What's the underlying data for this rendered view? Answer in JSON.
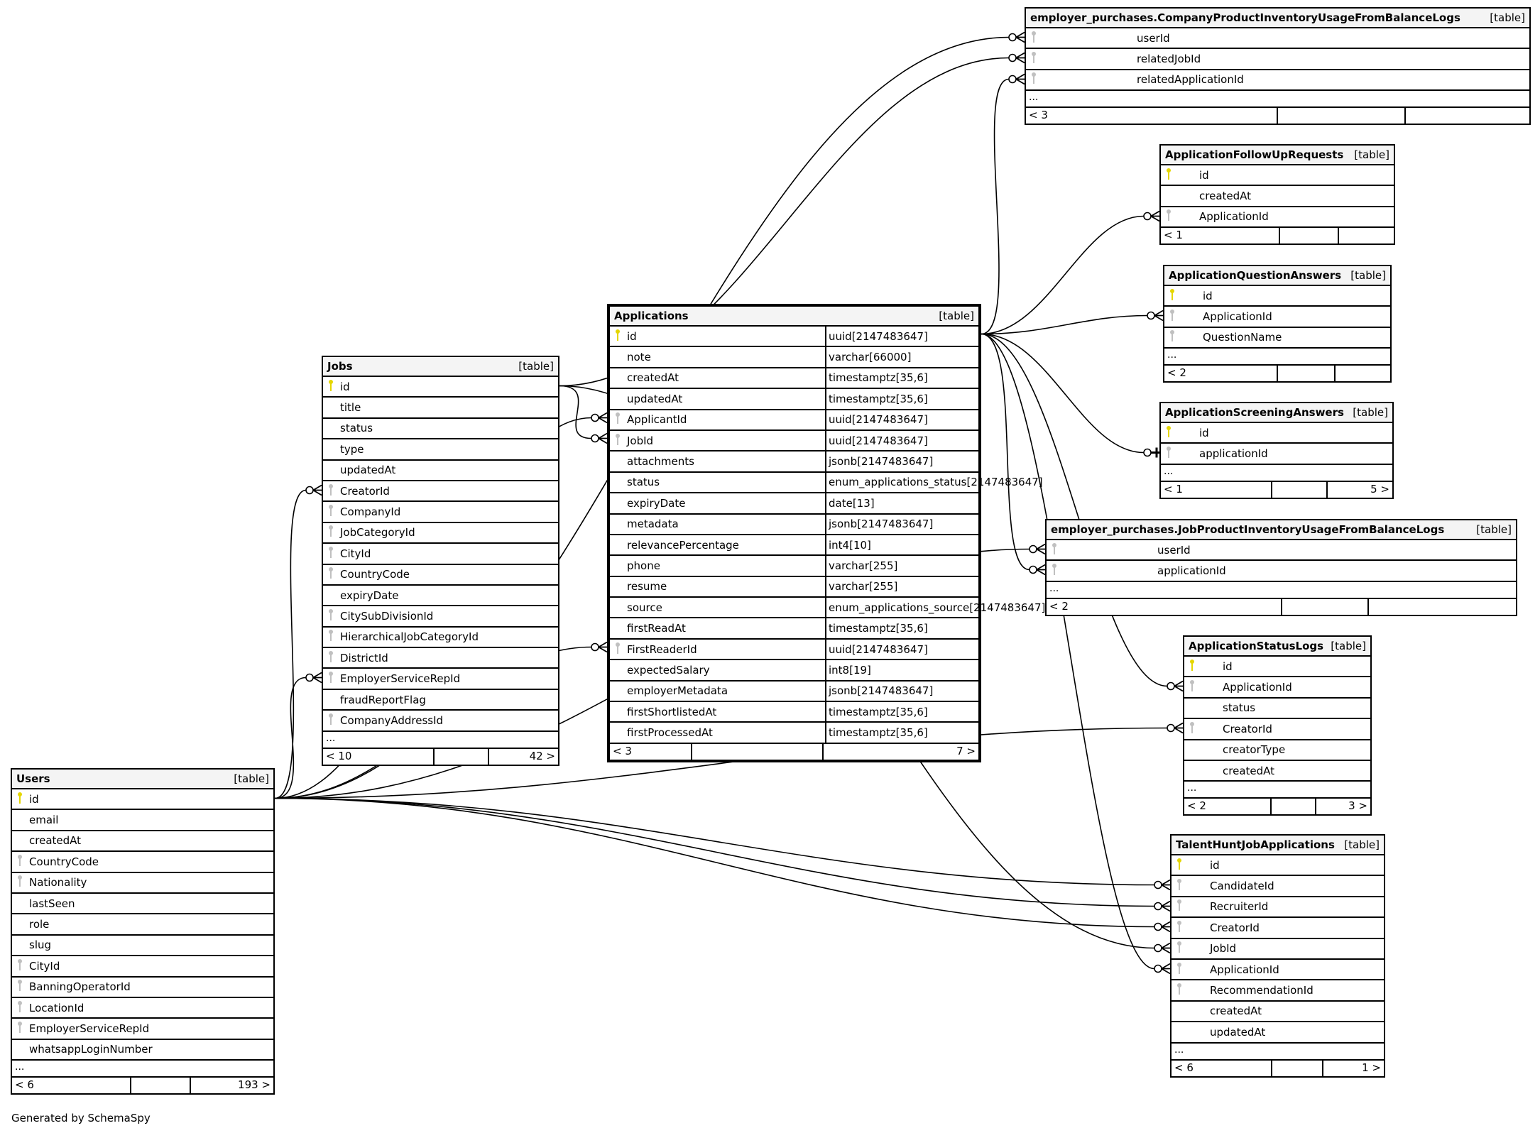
{
  "footer": "Generated by SchemaSpy",
  "colors": {
    "primary_key": "#e5d600",
    "foreign_key": "#c0c0c0",
    "header_bg": "#f4f4f4",
    "line": "#000000"
  },
  "tables": {
    "cpiu": {
      "name": "employer_purchases.CompanyProductInventoryUsageFromBalanceLogs",
      "kind": "[table]",
      "columns": [
        {
          "name": "userId",
          "key": "fk"
        },
        {
          "name": "relatedJobId",
          "key": "fk"
        },
        {
          "name": "relatedApplicationId",
          "key": "fk"
        }
      ],
      "ellipsis": "...",
      "footer": [
        "< 3",
        "",
        ""
      ]
    },
    "afur": {
      "name": "ApplicationFollowUpRequests",
      "kind": "[table]",
      "columns": [
        {
          "name": "id",
          "key": "pk"
        },
        {
          "name": "createdAt",
          "key": ""
        },
        {
          "name": "ApplicationId",
          "key": "fk"
        }
      ],
      "footer": [
        "< 1",
        "",
        ""
      ]
    },
    "aqa": {
      "name": "ApplicationQuestionAnswers",
      "kind": "[table]",
      "columns": [
        {
          "name": "id",
          "key": "pk"
        },
        {
          "name": "ApplicationId",
          "key": "fk"
        },
        {
          "name": "QuestionName",
          "key": "fk"
        }
      ],
      "ellipsis": "...",
      "footer": [
        "< 2",
        "",
        ""
      ]
    },
    "asa": {
      "name": "ApplicationScreeningAnswers",
      "kind": "[table]",
      "columns": [
        {
          "name": "id",
          "key": "pk"
        },
        {
          "name": "applicationId",
          "key": "fk"
        }
      ],
      "ellipsis": "...",
      "footer": [
        "< 1",
        "",
        "5 >"
      ]
    },
    "jpiu": {
      "name": "employer_purchases.JobProductInventoryUsageFromBalanceLogs",
      "kind": "[table]",
      "columns": [
        {
          "name": "userId",
          "key": "fk"
        },
        {
          "name": "applicationId",
          "key": "fk"
        }
      ],
      "ellipsis": "...",
      "footer": [
        "< 2",
        "",
        ""
      ]
    },
    "asl": {
      "name": "ApplicationStatusLogs",
      "kind": "[table]",
      "columns": [
        {
          "name": "id",
          "key": "pk"
        },
        {
          "name": "ApplicationId",
          "key": "fk"
        },
        {
          "name": "status",
          "key": ""
        },
        {
          "name": "CreatorId",
          "key": "fk"
        },
        {
          "name": "creatorType",
          "key": ""
        },
        {
          "name": "createdAt",
          "key": ""
        }
      ],
      "ellipsis": "...",
      "footer": [
        "< 2",
        "",
        "3 >"
      ]
    },
    "thja": {
      "name": "TalentHuntJobApplications",
      "kind": "[table]",
      "columns": [
        {
          "name": "id",
          "key": "pk"
        },
        {
          "name": "CandidateId",
          "key": "fk"
        },
        {
          "name": "RecruiterId",
          "key": "fk"
        },
        {
          "name": "CreatorId",
          "key": "fk"
        },
        {
          "name": "JobId",
          "key": "fk"
        },
        {
          "name": "ApplicationId",
          "key": "fk"
        },
        {
          "name": "RecommendationId",
          "key": "fk"
        },
        {
          "name": "createdAt",
          "key": ""
        },
        {
          "name": "updatedAt",
          "key": ""
        }
      ],
      "ellipsis": "...",
      "footer": [
        "< 6",
        "",
        "1 >"
      ]
    },
    "applications": {
      "name": "Applications",
      "kind": "[table]",
      "columns": [
        {
          "name": "id",
          "key": "pk",
          "type": "uuid[2147483647]"
        },
        {
          "name": "note",
          "key": "",
          "type": "varchar[66000]"
        },
        {
          "name": "createdAt",
          "key": "",
          "type": "timestamptz[35,6]"
        },
        {
          "name": "updatedAt",
          "key": "",
          "type": "timestamptz[35,6]"
        },
        {
          "name": "ApplicantId",
          "key": "fk",
          "type": "uuid[2147483647]"
        },
        {
          "name": "JobId",
          "key": "fk",
          "type": "uuid[2147483647]"
        },
        {
          "name": "attachments",
          "key": "",
          "type": "jsonb[2147483647]"
        },
        {
          "name": "status",
          "key": "",
          "type": "enum_applications_status[2147483647]"
        },
        {
          "name": "expiryDate",
          "key": "",
          "type": "date[13]"
        },
        {
          "name": "metadata",
          "key": "",
          "type": "jsonb[2147483647]"
        },
        {
          "name": "relevancePercentage",
          "key": "",
          "type": "int4[10]"
        },
        {
          "name": "phone",
          "key": "",
          "type": "varchar[255]"
        },
        {
          "name": "resume",
          "key": "",
          "type": "varchar[255]"
        },
        {
          "name": "source",
          "key": "",
          "type": "enum_applications_source[2147483647]"
        },
        {
          "name": "firstReadAt",
          "key": "",
          "type": "timestamptz[35,6]"
        },
        {
          "name": "FirstReaderId",
          "key": "fk",
          "type": "uuid[2147483647]"
        },
        {
          "name": "expectedSalary",
          "key": "",
          "type": "int8[19]"
        },
        {
          "name": "employerMetadata",
          "key": "",
          "type": "jsonb[2147483647]"
        },
        {
          "name": "firstShortlistedAt",
          "key": "",
          "type": "timestamptz[35,6]"
        },
        {
          "name": "firstProcessedAt",
          "key": "",
          "type": "timestamptz[35,6]"
        }
      ],
      "footer": [
        "< 3",
        "",
        "7 >"
      ]
    },
    "jobs": {
      "name": "Jobs",
      "kind": "[table]",
      "columns": [
        {
          "name": "id",
          "key": "pk"
        },
        {
          "name": "title",
          "key": ""
        },
        {
          "name": "status",
          "key": ""
        },
        {
          "name": "type",
          "key": ""
        },
        {
          "name": "updatedAt",
          "key": ""
        },
        {
          "name": "CreatorId",
          "key": "fk"
        },
        {
          "name": "CompanyId",
          "key": "fk"
        },
        {
          "name": "JobCategoryId",
          "key": "fk"
        },
        {
          "name": "CityId",
          "key": "fk"
        },
        {
          "name": "CountryCode",
          "key": "fk"
        },
        {
          "name": "expiryDate",
          "key": ""
        },
        {
          "name": "CitySubDivisionId",
          "key": "fk"
        },
        {
          "name": "HierarchicalJobCategoryId",
          "key": "fk"
        },
        {
          "name": "DistrictId",
          "key": "fk"
        },
        {
          "name": "EmployerServiceRepId",
          "key": "fk"
        },
        {
          "name": "fraudReportFlag",
          "key": ""
        },
        {
          "name": "CompanyAddressId",
          "key": "fk"
        }
      ],
      "ellipsis": "...",
      "footer": [
        "< 10",
        "",
        "42 >"
      ]
    },
    "users": {
      "name": "Users",
      "kind": "[table]",
      "columns": [
        {
          "name": "id",
          "key": "pk"
        },
        {
          "name": "email",
          "key": ""
        },
        {
          "name": "createdAt",
          "key": ""
        },
        {
          "name": "CountryCode",
          "key": "fk"
        },
        {
          "name": "Nationality",
          "key": "fk"
        },
        {
          "name": "lastSeen",
          "key": ""
        },
        {
          "name": "role",
          "key": ""
        },
        {
          "name": "slug",
          "key": ""
        },
        {
          "name": "CityId",
          "key": "fk"
        },
        {
          "name": "BanningOperatorId",
          "key": "fk"
        },
        {
          "name": "LocationId",
          "key": "fk"
        },
        {
          "name": "EmployerServiceRepId",
          "key": "fk"
        },
        {
          "name": "whatsappLoginNumber",
          "key": ""
        }
      ],
      "ellipsis": "...",
      "footer": [
        "< 6",
        "",
        "193 >"
      ]
    }
  },
  "relationships": [
    {
      "from": "users.id",
      "to": "cpiu.userId",
      "end": "many"
    },
    {
      "from": "jobs.id",
      "to": "cpiu.relatedJobId",
      "end": "many"
    },
    {
      "from": "applications.id",
      "to": "cpiu.relatedApplicationId",
      "end": "many"
    },
    {
      "from": "applications.id",
      "to": "afur.ApplicationId",
      "end": "many"
    },
    {
      "from": "applications.id",
      "to": "aqa.ApplicationId",
      "end": "many"
    },
    {
      "from": "applications.id",
      "to": "asa.applicationId",
      "end": "one"
    },
    {
      "from": "users.id",
      "to": "jpiu.userId",
      "end": "many"
    },
    {
      "from": "applications.id",
      "to": "jpiu.applicationId",
      "end": "many"
    },
    {
      "from": "applications.id",
      "to": "asl.ApplicationId",
      "end": "many"
    },
    {
      "from": "users.id",
      "to": "asl.CreatorId",
      "end": "many"
    },
    {
      "from": "users.id",
      "to": "thja.CandidateId",
      "end": "many"
    },
    {
      "from": "users.id",
      "to": "thja.RecruiterId",
      "end": "many"
    },
    {
      "from": "users.id",
      "to": "thja.CreatorId",
      "end": "many"
    },
    {
      "from": "jobs.id",
      "to": "thja.JobId",
      "end": "many"
    },
    {
      "from": "applications.id",
      "to": "thja.ApplicationId",
      "end": "many"
    },
    {
      "from": "users.id",
      "to": "applications.ApplicantId",
      "end": "many"
    },
    {
      "from": "jobs.id",
      "to": "applications.JobId",
      "end": "many"
    },
    {
      "from": "users.id",
      "to": "applications.FirstReaderId",
      "end": "many"
    },
    {
      "from": "users.id",
      "to": "jobs.CreatorId",
      "end": "many"
    },
    {
      "from": "users.id",
      "to": "jobs.EmployerServiceRepId",
      "end": "many"
    }
  ]
}
